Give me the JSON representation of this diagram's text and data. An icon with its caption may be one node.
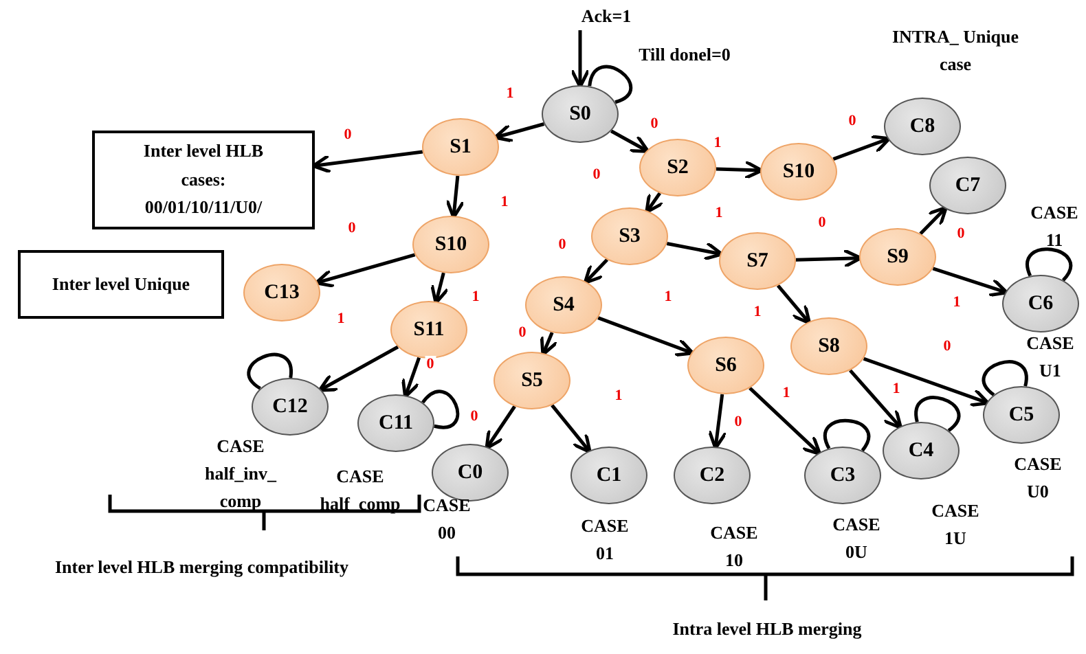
{
  "diagram": {
    "nodes": [
      {
        "text": [
          "S0"
        ]
      },
      {
        "text": [
          "S1"
        ]
      },
      {
        "text": [
          "Inter level HLB cases: 00/01/10/11/U0/"
        ]
      },
      {
        "text": [
          "S10"
        ]
      },
      {
        "text": [
          "Inter level Unique"
        ]
      },
      {
        "text": [
          "C13"
        ]
      },
      {
        "text": [
          "S11"
        ]
      },
      {
        "text": [
          "C12"
        ],
        "beside": [
          "CASE half_inv_ comp"
        ]
      },
      {
        "text": [
          "C11"
        ],
        "beside": [
          "CASE half_comp"
        ]
      },
      {
        "text": [
          "S2"
        ]
      },
      {
        "text": [
          "S10"
        ]
      },
      {
        "text": [
          "C8"
        ],
        "beside": [
          "INTRA_ Unique case"
        ]
      },
      {
        "text": [
          "S3"
        ]
      },
      {
        "text": [
          "S7"
        ]
      },
      {
        "text": [
          "S9"
        ]
      },
      {
        "text": [
          "C7"
        ]
      },
      {
        "text": [
          "C6"
        ],
        "beside": [
          "CASE 11"
        ]
      },
      {
        "text": [
          "S4"
        ]
      },
      {
        "text": [
          "S5"
        ]
      },
      {
        "text": [
          "S6"
        ]
      },
      {
        "text": [
          "S8"
        ]
      },
      {
        "text": [
          "C0"
        ],
        "beside": [
          "CASE 00"
        ]
      },
      {
        "text": [
          "C1"
        ],
        "beside": [
          "CASE 01"
        ]
      },
      {
        "text": [
          "C2"
        ],
        "beside": [
          "CASE 10"
        ]
      },
      {
        "text": [
          "C3"
        ],
        "beside": [
          "CASE 0U"
        ]
      },
      {
        "text": [
          "C4"
        ],
        "beside": [
          "CASE 1U"
        ]
      },
      {
        "text": [
          "C5"
        ],
        "beside": [
          "CASE U0"
        ]
      }
    ],
    "edges": [
      {
        "from": null,
        "to": 0,
        "arrow": "to",
        "label": "Ack=1"
      },
      {
        "from": 0,
        "to": 0,
        "arrow": "none",
        "label": "Till donel=0"
      },
      {
        "from": 0,
        "to": 1,
        "arrow": "to",
        "label": "1"
      },
      {
        "from": 1,
        "to": 2,
        "arrow": "to",
        "label": "0"
      },
      {
        "from": 1,
        "to": 3,
        "arrow": "to",
        "label": "1"
      },
      {
        "from": 3,
        "to": 5,
        "arrow": "to",
        "label": "0"
      },
      {
        "from": 3,
        "to": 6,
        "arrow": "to",
        "label": "1"
      },
      {
        "from": 6,
        "to": 7,
        "arrow": "to",
        "label": "1"
      },
      {
        "from": 6,
        "to": 8,
        "arrow": "to",
        "label": "0"
      },
      {
        "from": 7,
        "to": 7,
        "arrow": "none"
      },
      {
        "from": 8,
        "to": 8,
        "arrow": "none",
        "label": "0"
      },
      {
        "from": 0,
        "to": 9,
        "arrow": "to",
        "label": "0"
      },
      {
        "from": 9,
        "to": 10,
        "arrow": "to",
        "label": "1"
      },
      {
        "from": 10,
        "to": 11,
        "arrow": "to",
        "label": "0"
      },
      {
        "from": 9,
        "to": 12,
        "arrow": "to",
        "label": "0"
      },
      {
        "from": 12,
        "to": 13,
        "arrow": "to",
        "label": "1"
      },
      {
        "from": 13,
        "to": 14,
        "arrow": "to",
        "label": "0"
      },
      {
        "from": 14,
        "to": 15,
        "arrow": "to",
        "label": "0"
      },
      {
        "from": 14,
        "to": 16,
        "arrow": "to",
        "label": "1"
      },
      {
        "from": 16,
        "to": 16,
        "arrow": "none"
      },
      {
        "from": 12,
        "to": 17,
        "arrow": "to",
        "label": "0"
      },
      {
        "from": 17,
        "to": 19,
        "arrow": "to",
        "label": "1"
      },
      {
        "from": 13,
        "to": 20,
        "arrow": "to",
        "label": "1"
      },
      {
        "from": 17,
        "to": 18,
        "arrow": "to",
        "label": "0"
      },
      {
        "from": 18,
        "to": 21,
        "arrow": "to"
      },
      {
        "from": 18,
        "to": 22,
        "arrow": "to",
        "label": "1"
      },
      {
        "from": 19,
        "to": 23,
        "arrow": "to",
        "label": "0"
      },
      {
        "from": 19,
        "to": 24,
        "arrow": "to",
        "label": "1"
      },
      {
        "from": 24,
        "to": 24,
        "arrow": "none"
      },
      {
        "from": 20,
        "to": 25,
        "arrow": "to",
        "label": "1"
      },
      {
        "from": 20,
        "to": 26,
        "arrow": "to",
        "label": "0"
      },
      {
        "from": 25,
        "to": 25,
        "arrow": "none"
      },
      {
        "from": 26,
        "to": 26,
        "arrow": "none"
      }
    ],
    "labels": [
      "CASE U1",
      "Inter level HLB merging compatibility",
      "Intra level HLB merging"
    ]
  }
}
